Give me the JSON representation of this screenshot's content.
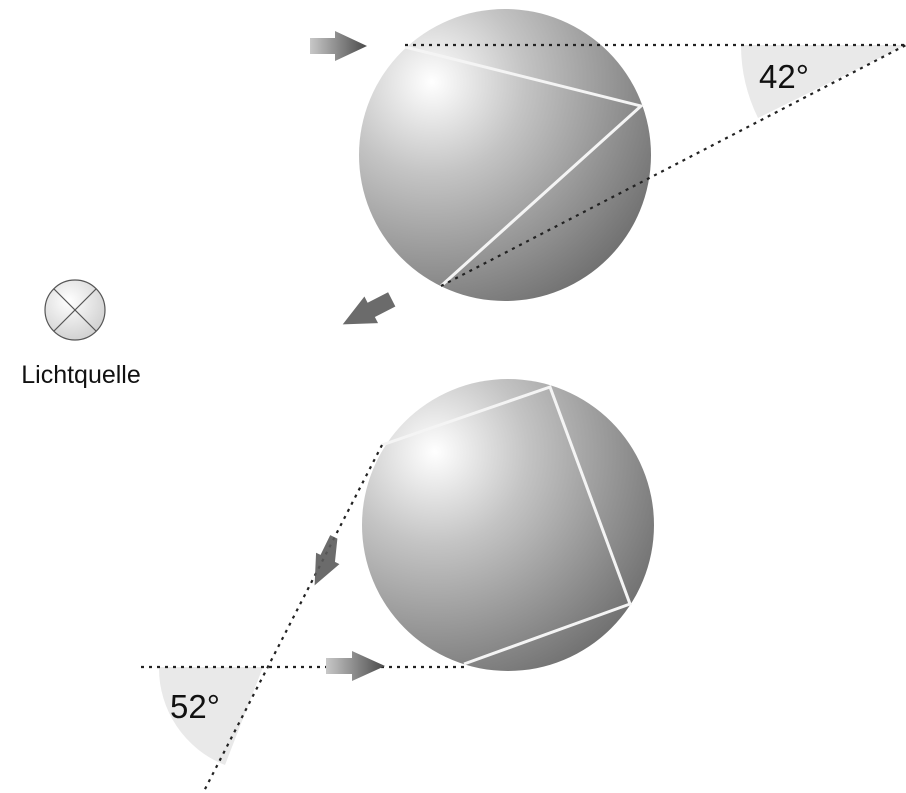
{
  "light_source": {
    "label": "Lichtquelle"
  },
  "primary_rainbow": {
    "angle_label": "42°"
  },
  "secondary_rainbow": {
    "angle_label": "52°"
  },
  "colors": {
    "sphere_light": "#ffffff",
    "sphere_mid": "#b3b3b3",
    "sphere_dark": "#6e6e6e",
    "ray_path": "#f4f4f4",
    "dotted_line": "#222222",
    "angle_wedge": "#e9e9e9",
    "arrow": "#6f6f6f"
  }
}
